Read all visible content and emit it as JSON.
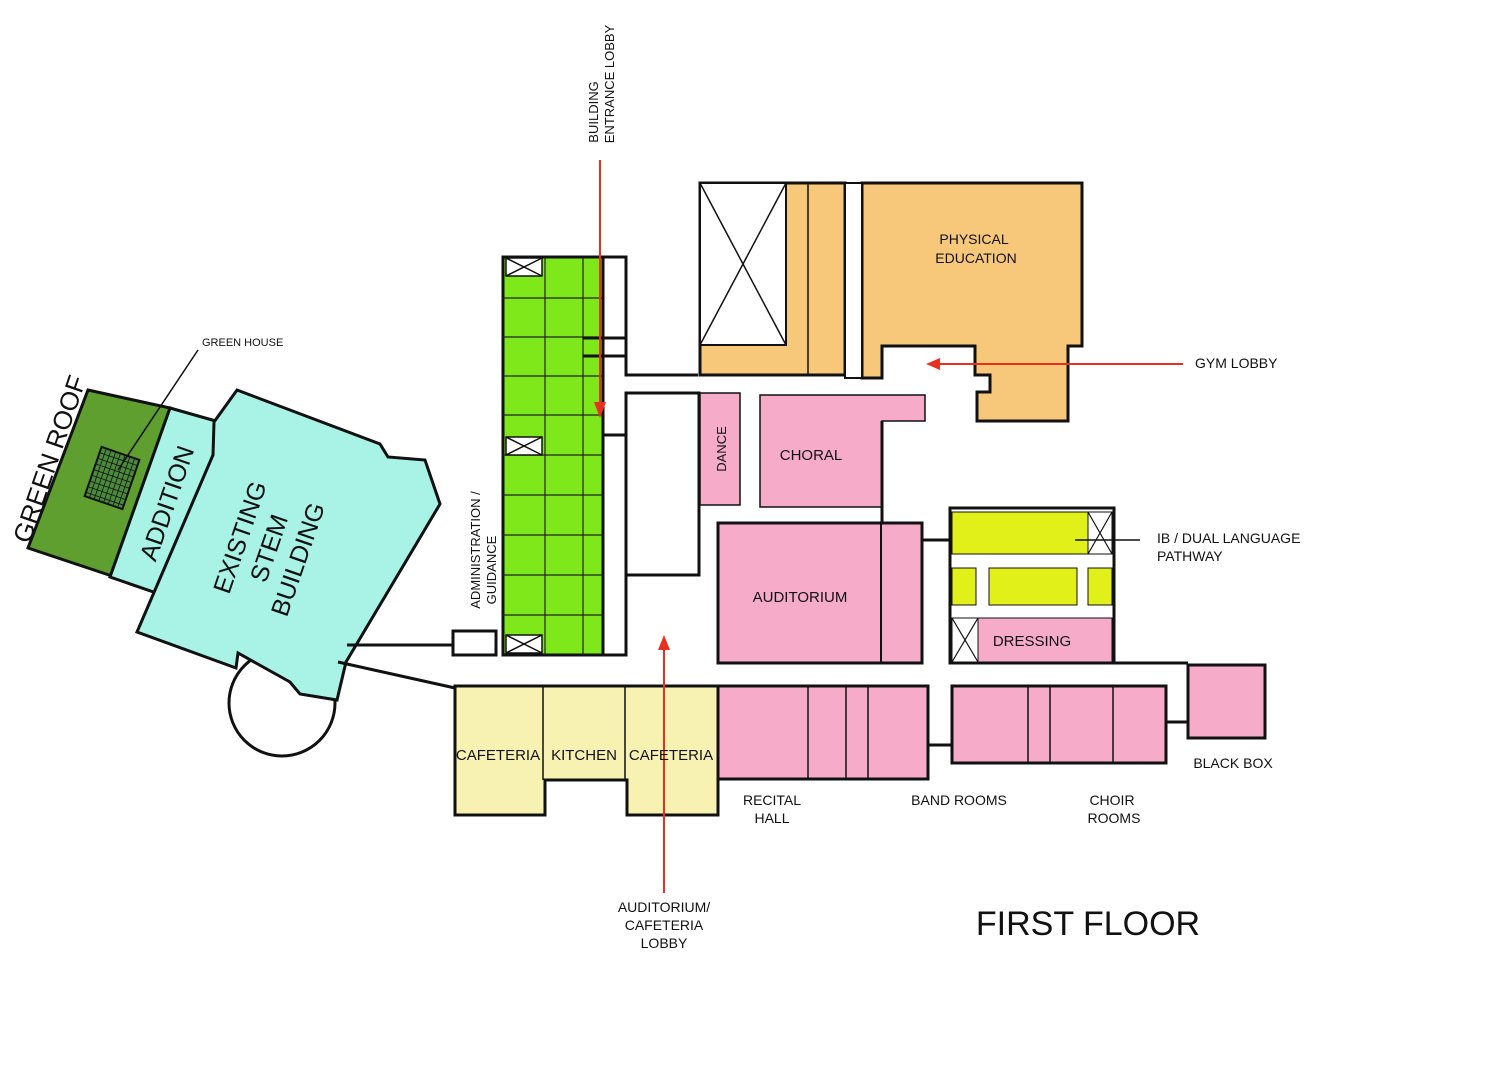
{
  "floor_title": "FIRST FLOOR",
  "colors": {
    "green_roof": "#5f9f2f",
    "addition": "#a8f2e6",
    "stem": "#a8f2e6",
    "admin": "#7fe81a",
    "gym": "#f8c87a",
    "arts": "#f6abc9",
    "cafeteria": "#f8f2b2",
    "ib": "#e2f01a",
    "arrow": "#e8301e"
  },
  "labels": {
    "green_roof": "GREEN ROOF",
    "green_house": "GREEN HOUSE",
    "addition": "ADDITION",
    "stem_1": "EXISTING",
    "stem_2": "STEM",
    "stem_3": "BUILDING",
    "admin_1": "ADMINISTRATION /",
    "admin_2": "GUIDANCE",
    "entrance_1": "BUILDING",
    "entrance_2": "ENTRANCE LOBBY",
    "pe_1": "PHYSICAL",
    "pe_2": "EDUCATION",
    "gym_lobby": "GYM LOBBY",
    "dance": "DANCE",
    "choral": "CHORAL",
    "auditorium": "AUDITORIUM",
    "ib_1": "IB / DUAL LANGUAGE",
    "ib_2": "PATHWAY",
    "dressing": "DRESSING",
    "cafeteria_left": "CAFETERIA",
    "kitchen": "KITCHEN",
    "cafeteria_right": "CAFETERIA",
    "recital_1": "RECITAL",
    "recital_2": "HALL",
    "band_rooms": "BAND ROOMS",
    "choir_1": "CHOIR",
    "choir_2": "ROOMS",
    "black_box": "BLACK BOX",
    "aud_lobby_1": "AUDITORIUM/",
    "aud_lobby_2": "CAFETERIA",
    "aud_lobby_3": "LOBBY"
  }
}
